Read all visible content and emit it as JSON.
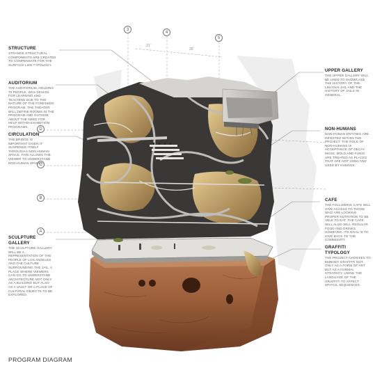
{
  "title": "PROGRAM DIAGRAM",
  "grid_bubbles": [
    "3",
    "4",
    "5"
  ],
  "level_bubbles": [
    "D",
    "C",
    "B",
    "A"
  ],
  "dimensions": [
    "21'",
    "35'"
  ],
  "labels": {
    "structure": {
      "heading": "STRUCTURE",
      "body": "STRANGE STRUCTURAL COMPONENTS ARE CREATED TO COMPENSATE FOR THE SURFACE-LIKE TYPOLOGY."
    },
    "auditorium": {
      "heading": "AUDITORIUM",
      "body": "THE AUDITORIUM, HOLDING 70 PEOPLE, WAS DESIGN FOR LEARNING AND TEACHING DUE TO THE NATURE OF THE FORESEEN PROGRAM. THE THEATER WILL DEFINE ROOMS IN THE PROGRAM AND OUTSIDE ABOUT THE NEED FOR HELP WITHIN EXHIBITION PROGRAMS."
    },
    "circulation": {
      "heading": "CIRCULATION",
      "body": "THE BRIDGE IS IMPORTANT GIVEN IT SUSPENDS ITSELF THROUGH A NON-HUMAN SPACE. THIS ALLOWS THE VIEWER TO UNDERSTAND NON-HUMAN SPACES."
    },
    "sculpture_gallery": {
      "heading": "SCULPTURE GALLERY",
      "body": "THE SCULPTURE GALLERY WILL BE A REPRESENTATION OF THE PEOPLE OF LOS ANGELES AND THE CULTURE SURROUNDING THE JAIL. A PLACE WHERE VIEWERS CAN GO TO UNDERSTAND ARCHITECTURE NOT ONLY AS A BUILDING BUT ALSO AS A VAULT OR A PLACE OF CULTURAL OBJECTS TO BE EXPLORED."
    },
    "upper_gallery": {
      "heading": "UPPER GALLERY",
      "body": "THE UPPER GALLERY WILL BE USED TO SHOWCASE THE HISTORY OF THE LINCOLN JAIL AND THE HISTORY OF JAILS IN GENERAL."
    },
    "non_humans": {
      "heading": "NON-HUMANS",
      "body": "NON-HUMAN ENTITIES ARE INFESTED WITHIN THE PROJECT. THE ROLE OF NON-HUMANS IS ACCEPTANCE OF DECAY. MOSS, MOLD AND FUNGI ARE TREATED AS PLACES THAT ARE NOT USED AND USED BY HUMANS."
    },
    "cafe": {
      "heading": "CAFE",
      "body": "THE FOLLOWING CAFE WILL GIVE ACCESS TO THOSE WHO ARE LOOKING PROPER NUTRITION TO BE ABLE TO EAT. THE CAFE WILL ALSO SELL REGULAR FOOD AND DRINKS. HOWEVER, ITS GOAL IS TO GIVE BACK TO THE COMMUNITY."
    },
    "graffiti_typology": {
      "heading": "GRAFFITI TYPOLOGY",
      "body": "THE PROJECT CHOOSES TO EMBODY GRAFFITI NOT ONLY AS A FORM OF ART BUT AS A FORMAL STRATEGY. USING THE LANGUAGE OF THE GRAFFITI TO AFFECT SPATIAL SEQUENCES."
    }
  },
  "colors": {
    "rock": "#9a5e3a",
    "rock_dark": "#6a3a22",
    "concrete": "#bdbcb8",
    "interior_dark": "#3a3836",
    "warm": "#c9a466"
  }
}
